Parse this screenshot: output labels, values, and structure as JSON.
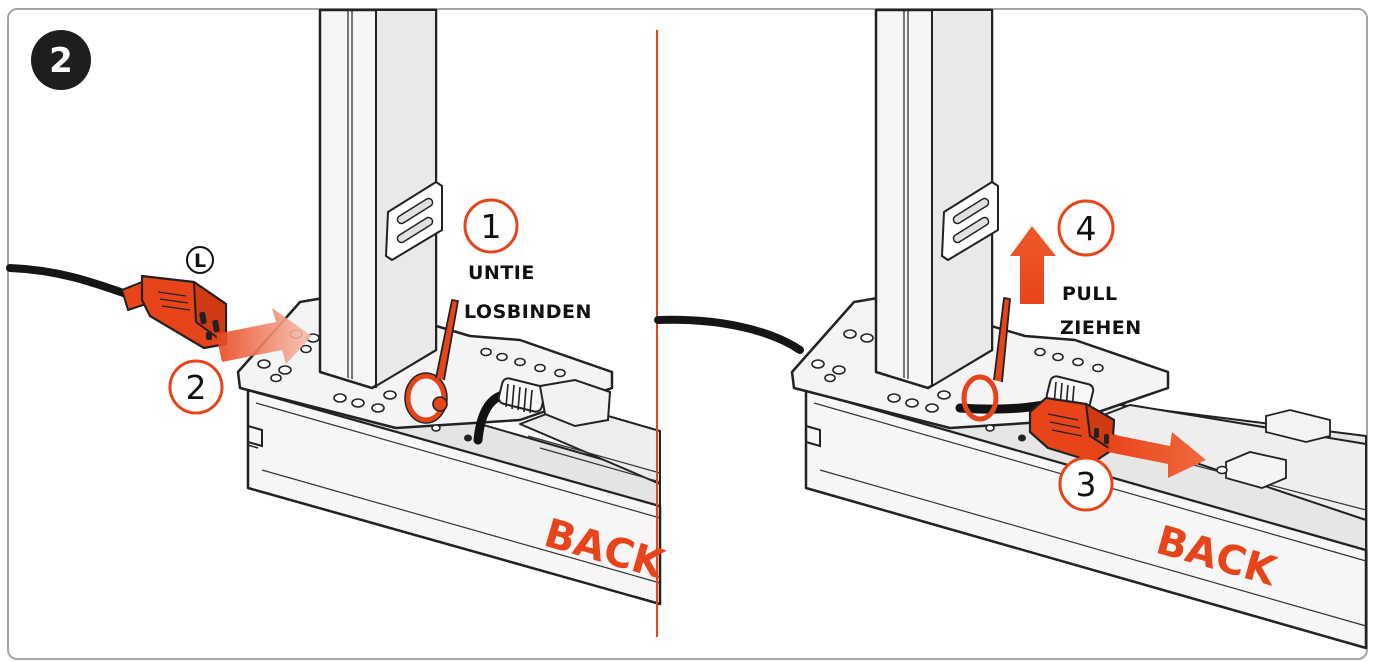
{
  "step_badge": "2",
  "colors": {
    "accent": "#E8441A",
    "accent_light": "#F3A48A",
    "outline": "#222222",
    "frame": "#A6A6A6",
    "badge": "#1E1E1E",
    "metal_light": "#F3F3F3",
    "metal_mid": "#DCDCDC"
  },
  "left_panel": {
    "connector_marker": "L",
    "step_untie": {
      "number": "1",
      "label_en": "UNTIE",
      "label_de": "LOSBINDEN"
    },
    "step_insert": {
      "number": "2"
    },
    "side_label": "BACK"
  },
  "right_panel": {
    "step_unplug": {
      "number": "3"
    },
    "step_pull": {
      "number": "4",
      "label_en": "PULL",
      "label_de": "ZIEHEN"
    },
    "side_label": "BACK"
  },
  "icons": {
    "plug": "iec-power-connector-icon",
    "tie": "cable-tie-icon",
    "arrow": "direction-arrow-icon"
  }
}
